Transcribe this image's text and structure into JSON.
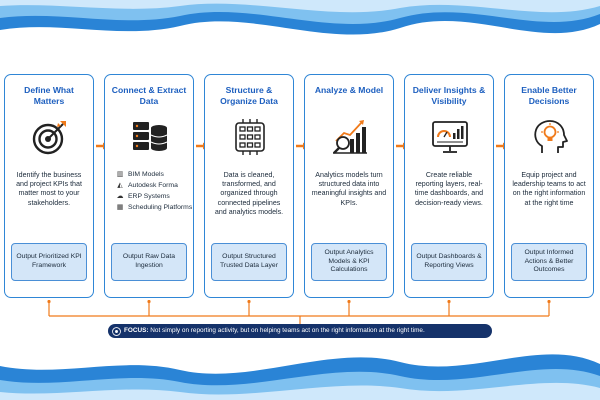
{
  "stages": [
    {
      "title": "Define What Matters",
      "icon": "target-icon",
      "description": "Identify the business and project KPIs that matter most to your stakeholders.",
      "output": "Output Prioritized KPI Framework"
    },
    {
      "title": "Connect & Extract Data",
      "icon": "server-database-icon",
      "tools": [
        {
          "label": "BIM Models",
          "icon": "building-icon"
        },
        {
          "label": "Autodesk Forma",
          "icon": "autodesk-icon"
        },
        {
          "label": "ERP Systems",
          "icon": "cloud-icon"
        },
        {
          "label": "Scheduling Platforms",
          "icon": "calendar-icon"
        }
      ],
      "output": "Output Raw Data Ingestion"
    },
    {
      "title": "Structure & Organize Data",
      "icon": "data-grid-icon",
      "description": "Data is cleaned, transformed, and organized through connected pipelines and analytics models.",
      "output": "Output Structured Trusted Data Layer"
    },
    {
      "title": "Analyze & Model",
      "icon": "analytics-magnifier-icon",
      "description": "Analytics models turn structured data into meaningful insights and KPIs.",
      "output": "Output Analytics Models & KPI Calculations"
    },
    {
      "title": "Deliver Insights & Visibility",
      "icon": "dashboard-monitor-icon",
      "description": "Create reliable reporting layers, real-time dashboards, and decision-ready views.",
      "output": "Output Dashboards & Reporting Views"
    },
    {
      "title": "Enable Better Decisions",
      "icon": "lightbulb-head-icon",
      "description": "Equip project and leadership teams to act on the right information at the right time",
      "output": "Output Informed Actions & Better Outcomes"
    }
  ],
  "focus": {
    "label": "FOCUS:",
    "text": "Not simply on reporting activity, but on helping teams act on the right information at the right time."
  },
  "colors": {
    "primary": "#2f86d6",
    "title": "#1d5fbf",
    "output_fill": "#d4e6f8",
    "arrow": "#f07a1a",
    "focus_bg": "#15326a"
  }
}
